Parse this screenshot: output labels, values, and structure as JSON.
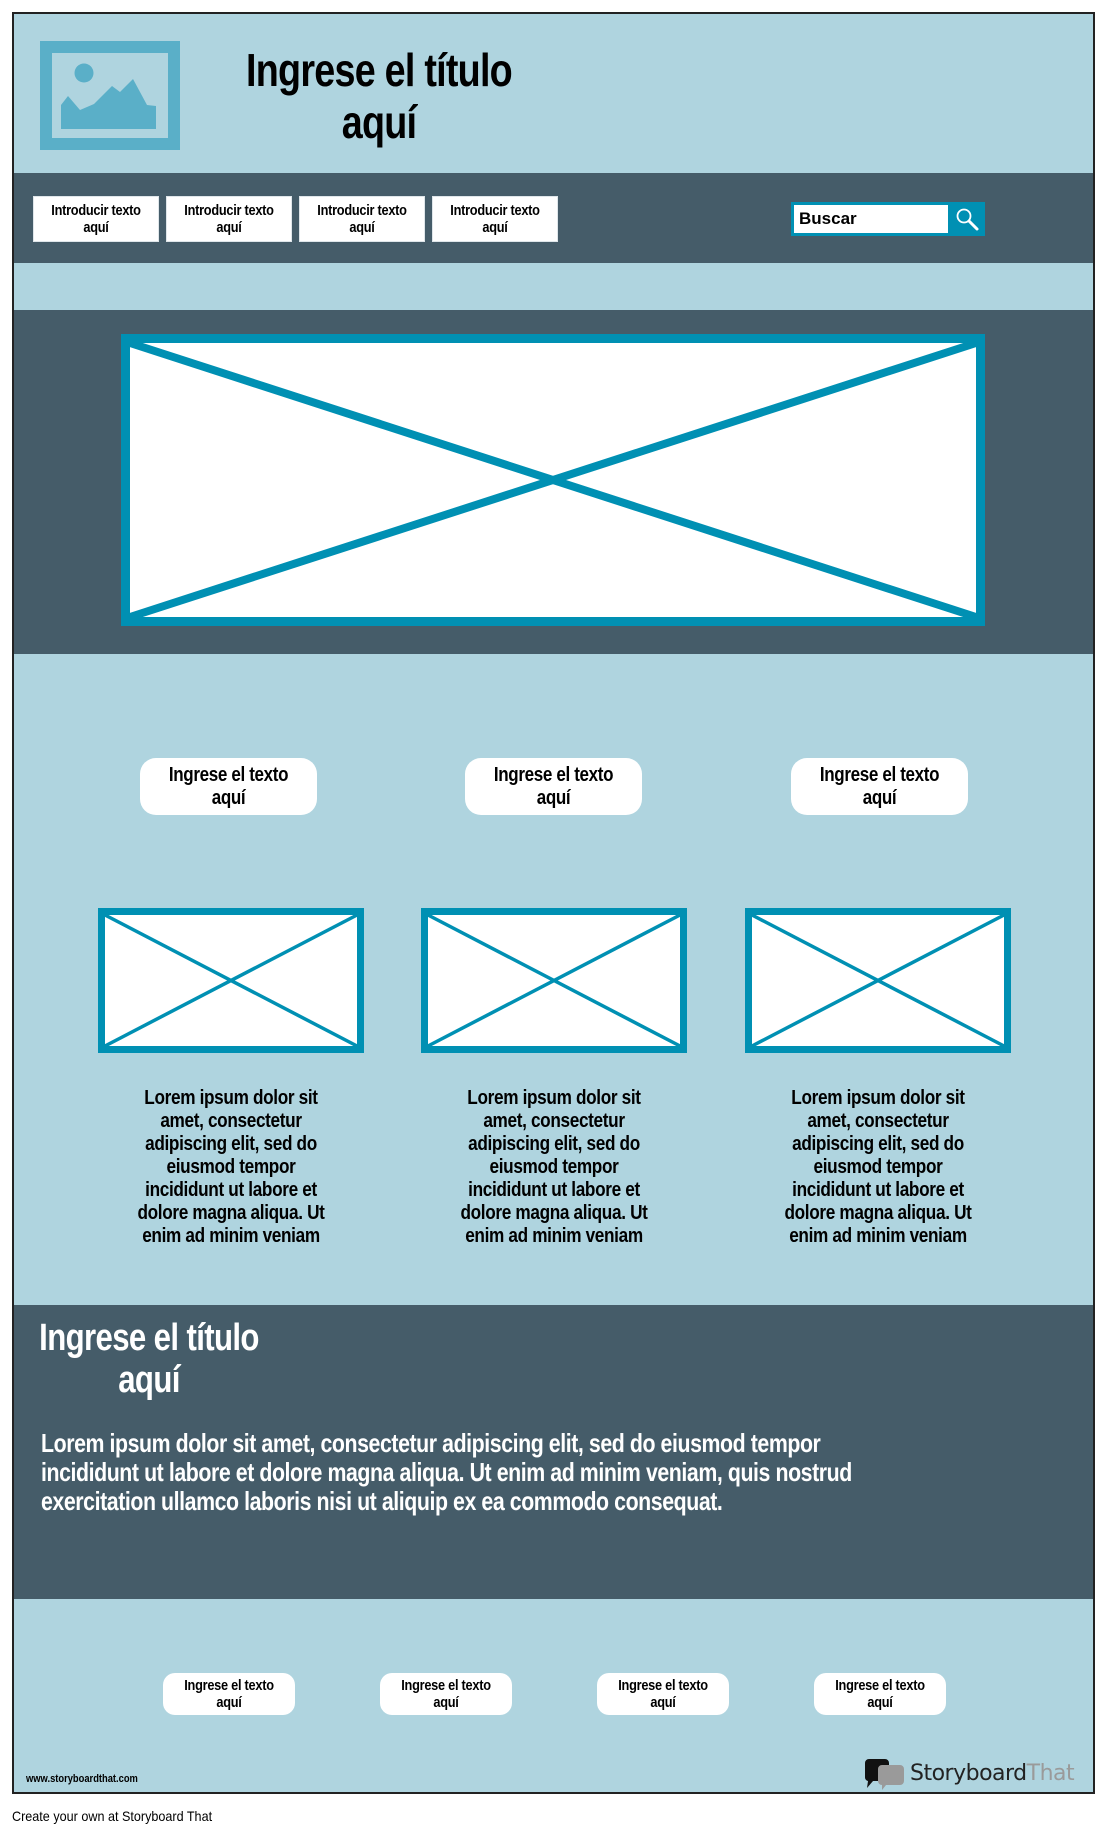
{
  "header": {
    "title": "Ingrese el título aquí",
    "logo_icon": "image-placeholder-icon"
  },
  "nav": {
    "items": [
      {
        "label": "Introducir texto aquí"
      },
      {
        "label": "Introducir texto aquí"
      },
      {
        "label": "Introducir texto aquí"
      },
      {
        "label": "Introducir texto aquí"
      }
    ],
    "search": {
      "value": "Buscar",
      "icon": "search-icon"
    }
  },
  "hero": {
    "image": "image-placeholder-x"
  },
  "features": {
    "cards": [
      {
        "label": "Ingrese el texto aquí",
        "text": "Lorem ipsum dolor sit amet, consectetur adipiscing elit, sed do eiusmod tempor incididunt ut labore et dolore magna aliqua. Ut enim ad minim veniam"
      },
      {
        "label": "Ingrese el texto aquí",
        "text": "Lorem ipsum dolor sit amet, consectetur adipiscing elit, sed do eiusmod tempor incididunt ut labore et dolore magna aliqua. Ut enim ad minim veniam"
      },
      {
        "label": "Ingrese el texto aquí",
        "text": "Lorem ipsum dolor sit amet, consectetur adipiscing elit, sed do eiusmod tempor incididunt ut labore et dolore magna aliqua. Ut enim ad minim veniam"
      }
    ]
  },
  "info": {
    "title": "Ingrese el título aquí",
    "text": "Lorem ipsum dolor sit amet, consectetur adipiscing elit, sed do eiusmod tempor incididunt ut labore et dolore magna aliqua. Ut enim ad minim veniam, quis nostrud exercitation ullamco laboris nisi ut aliquip ex ea commodo consequat."
  },
  "footer": {
    "buttons": [
      {
        "label": "Ingrese el texto aquí"
      },
      {
        "label": "Ingrese el texto aquí"
      },
      {
        "label": "Ingrese el texto aquí"
      },
      {
        "label": "Ingrese el texto aquí"
      }
    ],
    "site_url": "www.storyboardthat.com",
    "brand_part1": "Storyboard",
    "brand_part2": "That",
    "note": "Create your own at Storyboard That"
  },
  "colors": {
    "background": "#afd4df",
    "dark_band": "#455c69",
    "accent": "#0090b3",
    "logo_blue": "#5aafc8"
  }
}
